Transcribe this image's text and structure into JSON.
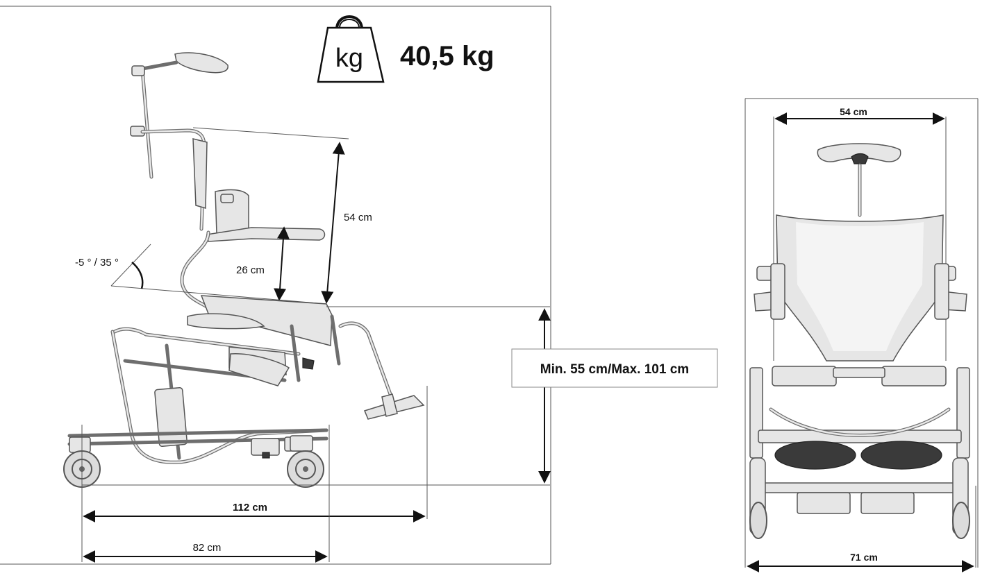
{
  "weight": {
    "icon_label": "kg",
    "value": "40,5 kg"
  },
  "side_view": {
    "seat_height": "Min.  55 cm/Max. 101 cm",
    "tilt_angle": "-5 ° / 35 °",
    "backrest_height": "54 cm",
    "armrest_height": "26 cm",
    "total_length": "112 cm",
    "base_length": "82 cm"
  },
  "front_view": {
    "top_width": "54 cm",
    "total_width": "71 cm"
  }
}
